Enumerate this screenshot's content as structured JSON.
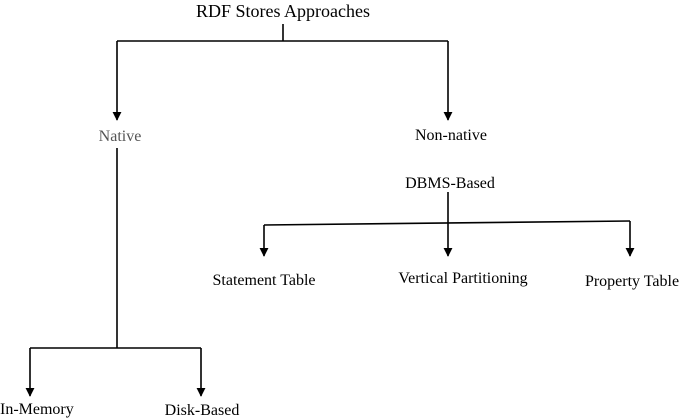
{
  "diagram": {
    "root": "RDF Stores Approaches",
    "native": "Native",
    "non_native": "Non-native",
    "dbms_based": "DBMS-Based",
    "statement_table": "Statement Table",
    "vertical_partitioning": "Vertical Partitioning",
    "property_table": "Property Table",
    "in_memory": "In-Memory",
    "disk_based": "Disk-Based"
  }
}
